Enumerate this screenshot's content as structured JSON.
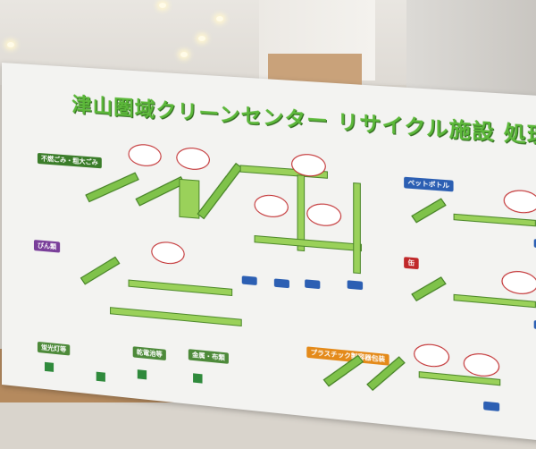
{
  "board": {
    "title": "津山圏域クリーンセンター リサイクル施設 処理フロー",
    "sections": {
      "mixed": "不燃ごみ・粗大ごみ",
      "bottles": "びん類",
      "pet": "ペットボトル",
      "cans": "缶",
      "plastic": "プラスチック製容器包装",
      "fluorescent": "蛍光灯等",
      "batteries": "乾電池等",
      "misc": "金属・布類"
    }
  }
}
